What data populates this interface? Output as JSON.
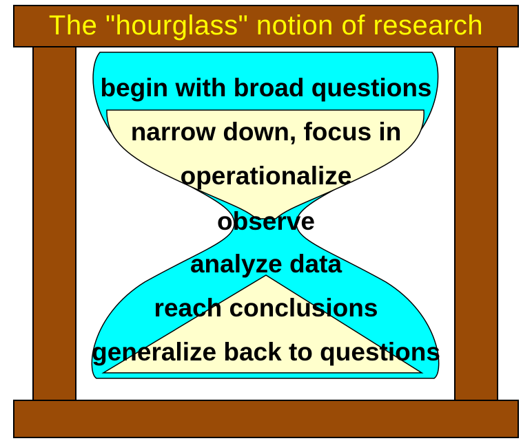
{
  "title": "The \"hourglass\" notion of research",
  "steps": [
    "begin with broad questions",
    "narrow down, focus in",
    "operationalize",
    "observe",
    "analyze data",
    "reach conclusions",
    "generalize back to questions"
  ],
  "colors": {
    "frame": "#9a4b06",
    "title_text": "#ffff00",
    "glass": "#00ffff",
    "sand": "#ffffcc",
    "text": "#000000"
  }
}
